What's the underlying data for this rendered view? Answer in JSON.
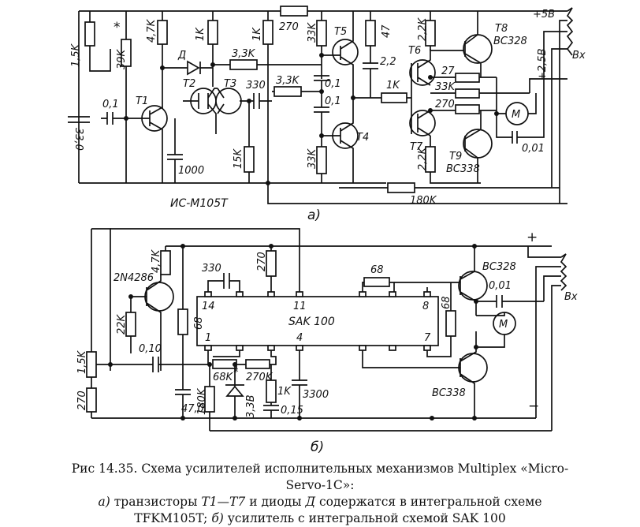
{
  "diagram_a": {
    "labels": {
      "r1_5k": "1,5K",
      "r39k": "39K",
      "r4_7k": "4,7K",
      "r1k_a": "1K",
      "r1k_b": "1K",
      "r270_top": "270",
      "r33k_t5": "33K",
      "r47": "47",
      "r2_2k_top": "2,2K",
      "c33": "33,0",
      "c01_a": "0,1",
      "c1000": "1000",
      "r15k": "15K",
      "r3_3k_a": "3,3K",
      "r3_3k_b": "3,3K",
      "c330": "330",
      "c01_b": "0,1",
      "c01_c": "0,1",
      "r33k_t4": "33K",
      "c2_2": "2,2",
      "r1k_mid": "1K",
      "r27": "27",
      "r33k_mid": "33K",
      "r270_mid": "270",
      "r2_2k_bot": "2,2K",
      "c001": "0,01",
      "r180k": "180K",
      "d": "Д",
      "t1": "T1",
      "t2": "T2",
      "t3": "T3",
      "t4": "T4",
      "t5": "T5",
      "t6": "T6",
      "t7": "T7",
      "t8": "T8",
      "t9": "T9",
      "bc328": "BC328",
      "bc338": "BC338",
      "plus5v": "+5B",
      "plus25v": "+2,5B",
      "vx": "Bx",
      "motor": "M",
      "star": "*",
      "ic": "ИС-М105T",
      "sublabel": "a)"
    }
  },
  "diagram_b": {
    "labels": {
      "q1": "2N4286",
      "r4_7k": "4,7K",
      "r22k": "22K",
      "r1_5k": "1,5K",
      "r270_left": "270",
      "c010": "0,10",
      "r68_left": "68",
      "c47": "47,0",
      "c330": "330",
      "r270_top": "270",
      "chip": "SAK 100",
      "pin14": "14",
      "pin11": "11",
      "pin8": "8",
      "pin1": "1",
      "pin4": "4",
      "pin7": "7",
      "r68_top": "68",
      "r68_right": "68",
      "r68k": "68K",
      "star": "*",
      "r270k": "270K",
      "r180k": "180K",
      "d3_3v": "3,3B",
      "r1k": "1K",
      "c015": "0,15",
      "c3300": "3300",
      "bc328": "BC328",
      "bc338": "BC338",
      "c001": "0,01",
      "motor": "M",
      "vx": "Bx",
      "plus": "+",
      "minus": "−",
      "sublabel": "б)"
    }
  },
  "caption": {
    "line1": "Рис  14.35. Схема усилителей исполнительных механизмов Multiplex «Micro-",
    "line2": "Servo-1C»:",
    "line3_a": "а)",
    "line3_b": " транзисторы ",
    "line3_c": "T1—T7",
    "line3_d": " и диоды ",
    "line3_e": "Д",
    "line3_f": " содержатся   в интегральной   схеме",
    "line4_a": "TFKM105T; ",
    "line4_b": "б)",
    "line4_c": " усилитель с интегральной схемой SAK 100"
  }
}
